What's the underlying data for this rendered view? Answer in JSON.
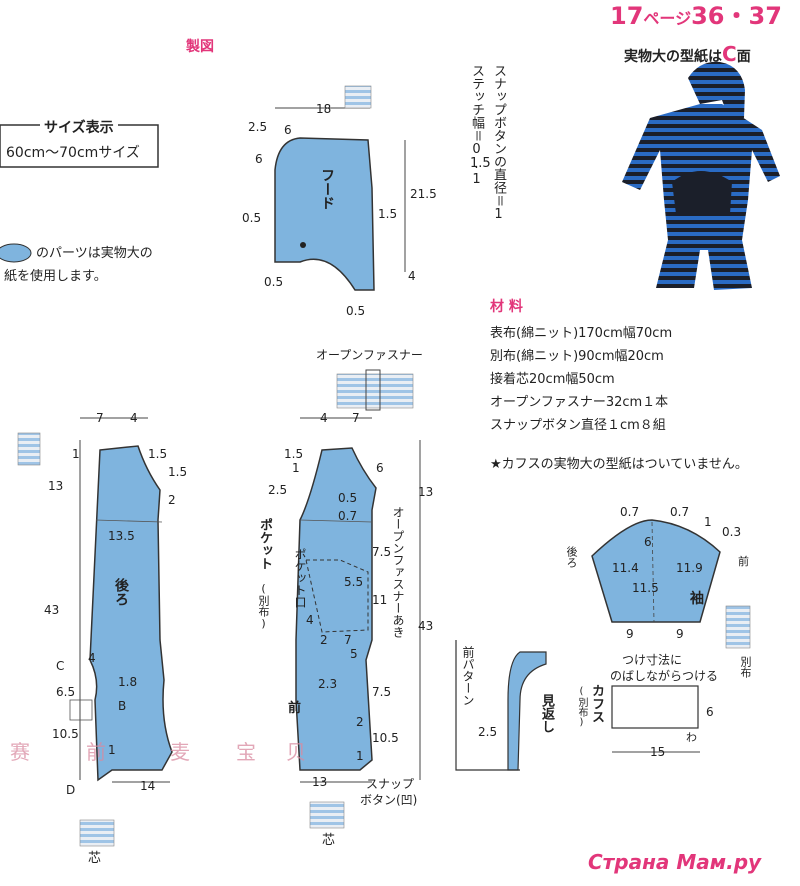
{
  "header": {
    "page_ref_prefix": "17",
    "page_ref_kana": "ページ",
    "page_ref_models": "36・37",
    "real_size_text": "実物大の型紙は",
    "real_size_letter": "C",
    "real_size_suffix": "面"
  },
  "section_title": "製図",
  "size_box": {
    "title": "サイズ表示",
    "value": "60cm〜70cmサイズ"
  },
  "legend": {
    "line1": "のパーツは実物大の",
    "line2": "紙を使用します。"
  },
  "snap_note": {
    "line1": "スナップボタンの直径＝1",
    "line2": "ステッチ幅＝0.1",
    "line2b": "1.5"
  },
  "materials": {
    "title": "材 料",
    "items": [
      "表布(綿ニット)170cm幅70cm",
      "別布(綿ニット)90cm幅20cm",
      "接着芯20cm幅50cm",
      "オープンファスナー32cm１本",
      "スナップボタン直径１cm８組"
    ],
    "note": "★カフスの実物大の型紙はついていません。"
  },
  "hood": {
    "label": "フード",
    "dims": {
      "top": "18",
      "h": "21.5",
      "d1": "2.5",
      "d2": "6",
      "d3": "6",
      "d4": "0.5",
      "d5": "1.5",
      "d6": "0.5",
      "d7": "0.5",
      "d8": "4"
    }
  },
  "fastener_label": "オープンファスナー",
  "back": {
    "label": "後ろ",
    "dims": {
      "t1": "7",
      "t2": "4",
      "a": "1",
      "b": "1.5",
      "c": "1.5",
      "d": "2",
      "h1": "13",
      "w1": "13.5",
      "h2": "43",
      "C": "C",
      "e": "4",
      "f": "1.8",
      "g": "6.5",
      "B": "B",
      "h": "10.5",
      "i": "1",
      "D": "D",
      "j": "14"
    }
  },
  "front": {
    "label": "前",
    "pocket_label": "ポケット",
    "pocket_sub": "(別布)",
    "pocket_mouth": "ポケット口",
    "zip_open": "オープンファスナーあき",
    "snap_label": "スナップ",
    "snap_label2": "ボタン(凹)",
    "dims": {
      "t1": "4",
      "t2": "7",
      "a": "1.5",
      "b": "2.5",
      "c": "1",
      "d": "6",
      "e": "0.5",
      "f": "0.7",
      "h1": "13",
      "g": "7.5",
      "p1": "5.5",
      "p2": "11",
      "p3": "4",
      "p4": "2",
      "p5": "7",
      "h2": "43",
      "i": "5",
      "j": "2.3",
      "k": "7.5",
      "l": "2",
      "m": "10.5",
      "n": "1",
      "o": "13"
    }
  },
  "facing": {
    "part": "前パターン",
    "label": "見返し",
    "dim": "2.5"
  },
  "sleeve": {
    "label": "袖",
    "back": "後ろ",
    "front": "前",
    "dims": {
      "a": "0.7",
      "b": "0.7",
      "c": "1",
      "d": "0.3",
      "e": "6",
      "f": "11.4",
      "g": "11.9",
      "h": "11.5",
      "i": "9",
      "j": "9"
    },
    "side_label": "別布"
  },
  "cuff": {
    "note1": "つけ寸法に",
    "note2": "のばしながらつける",
    "label": "カフス",
    "sub": "(別布)",
    "w": "15",
    "h": "6",
    "wa": "わ"
  },
  "core_labels": [
    "芯",
    "芯"
  ],
  "watermark": [
    "赛",
    "前",
    "麦",
    "宝",
    "贝"
  ],
  "site": "Страна Мам.ру",
  "colors": {
    "accent": "#e2367a",
    "fabric": "#7fb4de",
    "stripe_blue": "#2a5aa8",
    "stripe_dark": "#1b1f2a"
  }
}
